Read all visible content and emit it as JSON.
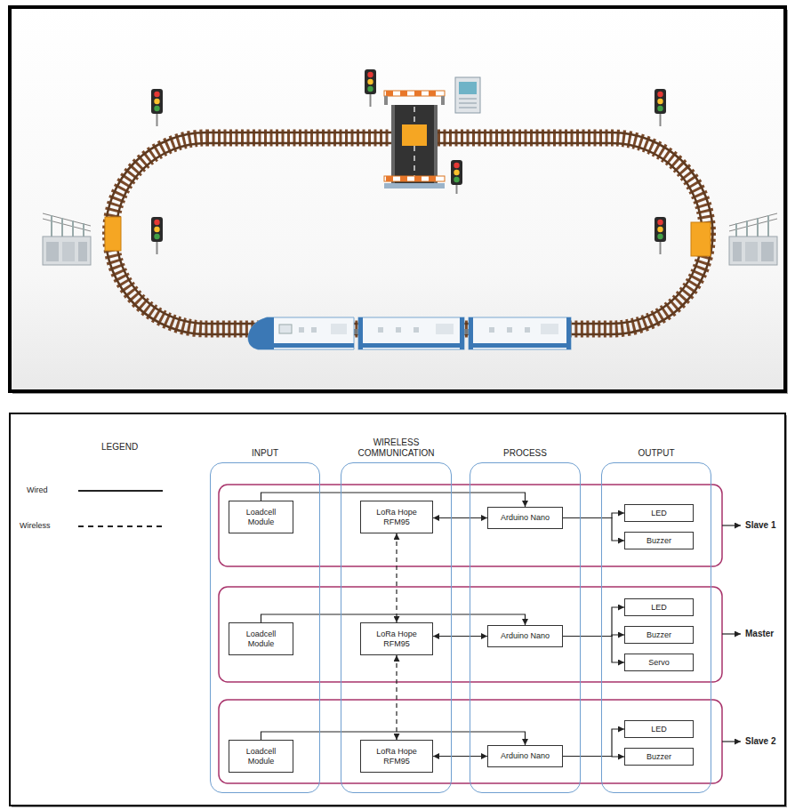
{
  "diagram": {
    "nodes": [
      {
        "text": [
          "INPUT"
        ]
      },
      {
        "text": [
          "WIRELESS COMMUNICATION"
        ]
      },
      {
        "text": [
          "PROCESS"
        ]
      },
      {
        "text": [
          "OUTPUT"
        ]
      },
      {
        "text": [
          "Loadcell Module"
        ],
        "in": 0
      },
      {
        "text": [
          "LoRa Hope RFM95"
        ],
        "in": 1
      },
      {
        "text": [
          "Arduino Nano"
        ],
        "in": 2
      },
      {
        "text": [
          "LED"
        ],
        "in": 3
      },
      {
        "text": [
          "Buzzer"
        ],
        "in": 3
      },
      {
        "text": [
          "Loadcell Module"
        ],
        "in": 0
      },
      {
        "text": [
          "LoRa Hope RFM95"
        ],
        "in": 1
      },
      {
        "text": [
          "Arduino Nano"
        ],
        "in": 2
      },
      {
        "text": [
          "LED"
        ],
        "in": 3
      },
      {
        "text": [
          "Buzzer"
        ],
        "in": 3
      },
      {
        "text": [
          "Servo"
        ],
        "in": 3
      },
      {
        "text": [
          "Loadcell Module"
        ],
        "in": 0
      },
      {
        "text": [
          "LoRa Hope RFM95"
        ],
        "in": 1
      },
      {
        "text": [
          "Arduino Nano"
        ],
        "in": 2
      },
      {
        "text": [
          "LED"
        ],
        "in": 3
      },
      {
        "text": [
          "Buzzer"
        ],
        "in": 3
      }
    ],
    "edges": [
      {
        "from": 4,
        "to": 6,
        "arrow": "to"
      },
      {
        "from": 5,
        "to": 6,
        "arrow": "both"
      },
      {
        "from": 6,
        "to": 7,
        "arrow": "to"
      },
      {
        "from": 6,
        "to": 8,
        "arrow": "to"
      },
      {
        "from": 5,
        "to": 10,
        "arrow": "both"
      },
      {
        "from": 9,
        "to": 11,
        "arrow": "to"
      },
      {
        "from": 10,
        "to": 11,
        "arrow": "both"
      },
      {
        "from": 11,
        "to": 12,
        "arrow": "to"
      },
      {
        "from": 11,
        "to": 13,
        "arrow": "to"
      },
      {
        "from": 11,
        "to": 14,
        "arrow": "to"
      },
      {
        "from": 10,
        "to": 16,
        "arrow": "both"
      },
      {
        "from": 15,
        "to": 17,
        "arrow": "to"
      },
      {
        "from": 16,
        "to": 17,
        "arrow": "both"
      },
      {
        "from": 17,
        "to": 18,
        "arrow": "to"
      },
      {
        "from": 17,
        "to": 19,
        "arrow": "to"
      }
    ],
    "labels": [
      "LEGEND",
      "Slave 1",
      "Master",
      "Slave 2"
    ],
    "legend": [
      {
        "text": "Wired"
      },
      {
        "text": "Wireless"
      }
    ]
  }
}
